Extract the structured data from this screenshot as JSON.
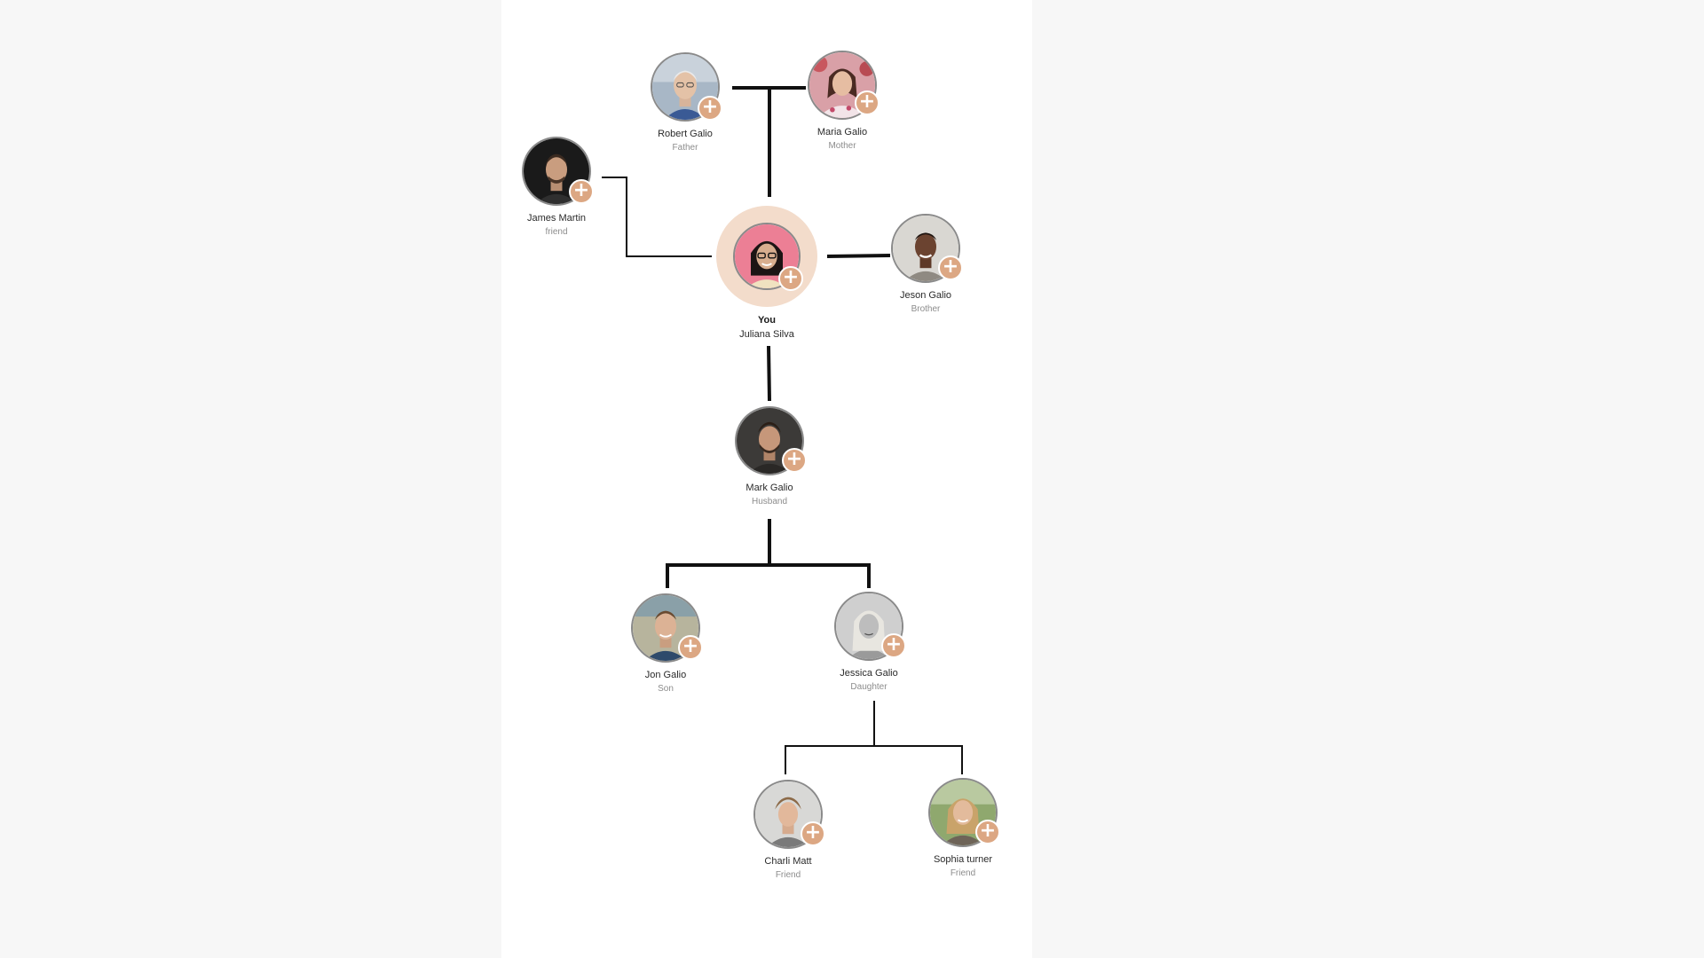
{
  "colors": {
    "accent": "#dca783",
    "halo": "#f3dccb",
    "line": "#111111",
    "ring": "#8a8a8a"
  },
  "icons": {
    "add": "plus-icon"
  },
  "add_glyph": "+",
  "people": {
    "robert": {
      "name": "Robert Galio",
      "relation": "Father"
    },
    "maria": {
      "name": "Maria Galio",
      "relation": "Mother"
    },
    "james": {
      "name": "James Martin",
      "relation": "friend"
    },
    "you": {
      "you_label": "You",
      "name": "Juliana Silva"
    },
    "jeson": {
      "name": "Jeson Galio",
      "relation": "Brother"
    },
    "mark": {
      "name": "Mark Galio",
      "relation": "Husband"
    },
    "jon": {
      "name": "Jon Galio",
      "relation": "Son"
    },
    "jessica": {
      "name": "Jessica Galio",
      "relation": "Daughter"
    },
    "charli": {
      "name": "Charli Matt",
      "relation": "Friend"
    },
    "sophia": {
      "name": "Sophia turner",
      "relation": "Friend"
    }
  }
}
